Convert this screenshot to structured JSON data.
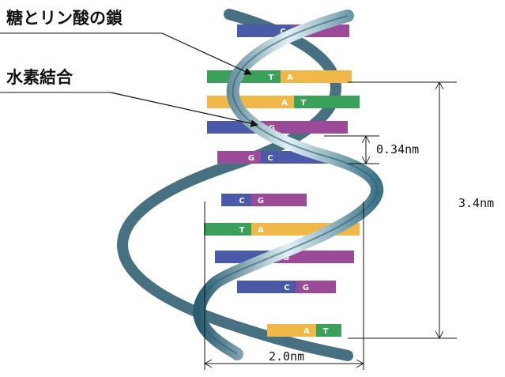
{
  "labels": {
    "backbone": "糖とリン酸の鎖",
    "hydrogen_bond": "水素結合"
  },
  "dimensions": {
    "base_spacing": "0.34nm",
    "pitch": "3.4nm",
    "width": "2.0nm"
  },
  "base_pairs": [
    {
      "left": "C",
      "right": "G"
    },
    {
      "left": "T",
      "right": "A"
    },
    {
      "left": "A",
      "right": "T"
    },
    {
      "left": "C",
      "right": "G"
    },
    {
      "left": "G",
      "right": "C"
    },
    {
      "left": "C",
      "right": "G"
    },
    {
      "left": "T",
      "right": "A"
    },
    {
      "left": "C",
      "right": "G"
    },
    {
      "left": "C",
      "right": "G"
    },
    {
      "left": "A",
      "right": "T"
    }
  ],
  "colors": {
    "A": "#f0b848",
    "T": "#3aa05a",
    "C": "#4a5aa8",
    "G": "#9a4a96",
    "backbone_dark": "#2f5f72",
    "backbone_light": "#cfe6ee"
  }
}
